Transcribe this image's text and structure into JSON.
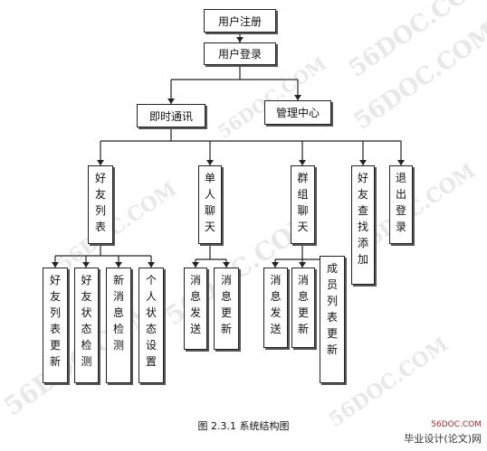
{
  "nodes": {
    "register": "用户注册",
    "login": "用户登录",
    "im": "即时通讯",
    "admin": "管理中心",
    "friend_list": "好友列表",
    "single_chat": "单人聊天",
    "group_chat": "群组聊天",
    "friend_search": "好友查找添加",
    "logout": "退出登录",
    "fl_update": "好友列表更新",
    "fl_status": "好友状态检测",
    "fl_msgcheck": "新消息检测",
    "fl_setting": "个人状态设置",
    "sc_send": "消息发送",
    "sc_update": "消息更新",
    "gc_send": "消息发送",
    "gc_update": "消息更新",
    "gc_members": "成员列表更新"
  },
  "caption": "图 2.3.1  系统结构图",
  "watermark": "56DOC.COM",
  "logo": {
    "domain": "56DOC.COM",
    "text": "毕业设计(论文)网"
  }
}
